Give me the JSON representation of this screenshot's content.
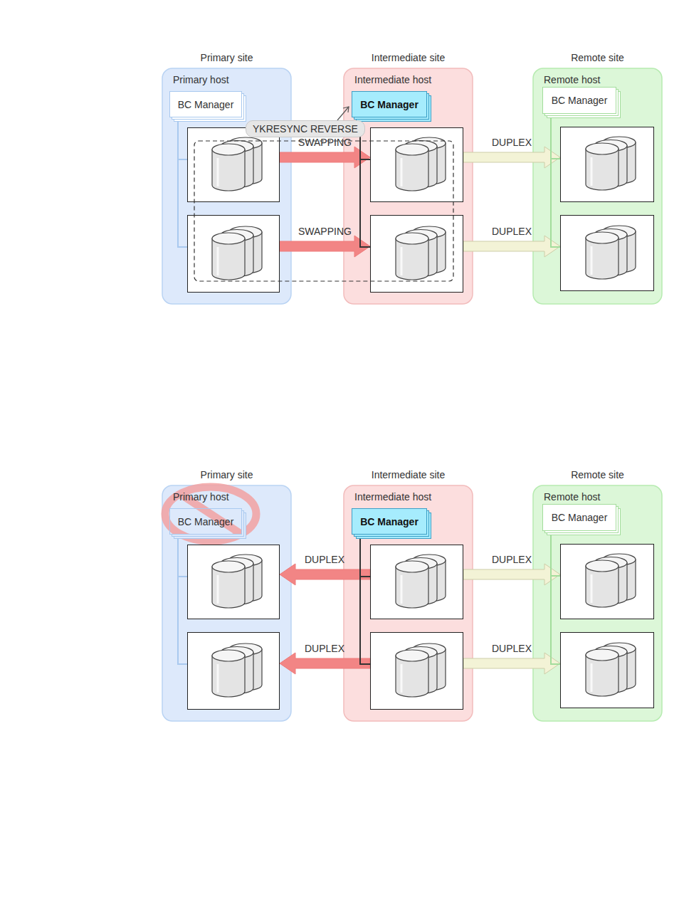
{
  "diagram": {
    "nodes": [
      {
        "text": [
          "Primary site",
          "Primary host"
        ]
      },
      {
        "text": [
          "BC Manager"
        ],
        "in": 0
      },
      {
        "text": [],
        "in": 0
      },
      {
        "text": [],
        "in": 0
      },
      {
        "text": [
          "Intermediate site",
          "Intermediate host"
        ]
      },
      {
        "text": [
          "BC Manager"
        ],
        "in": 4
      },
      {
        "text": [],
        "in": 4
      },
      {
        "text": [],
        "in": 4
      },
      {
        "text": [
          "Remote site",
          "Remote host"
        ]
      },
      {
        "text": [
          "BC Manager"
        ],
        "in": 8
      },
      {
        "text": [],
        "in": 8
      },
      {
        "text": [],
        "in": 8
      },
      {
        "text": [
          "Primary site",
          "Primary host"
        ]
      },
      {
        "text": [
          "BC Manager"
        ],
        "in": 12
      },
      {
        "text": [],
        "in": 12
      },
      {
        "text": [],
        "in": 12
      },
      {
        "text": [
          "Intermediate site",
          "Intermediate host"
        ]
      },
      {
        "text": [
          "BC Manager"
        ],
        "in": 16
      },
      {
        "text": [],
        "in": 16
      },
      {
        "text": [],
        "in": 16
      },
      {
        "text": [
          "Remote site",
          "Remote host"
        ]
      },
      {
        "text": [
          "BC Manager"
        ],
        "in": 20
      },
      {
        "text": [],
        "in": 20
      },
      {
        "text": [],
        "in": 20
      }
    ],
    "edges": [
      {
        "from": 2,
        "to": 6,
        "arrow": "to",
        "label": "SWAPPING"
      },
      {
        "from": 3,
        "to": 7,
        "arrow": "to",
        "label": "SWAPPING"
      },
      {
        "from": 6,
        "to": 10,
        "arrow": "to",
        "label": "DUPLEX"
      },
      {
        "from": 7,
        "to": 11,
        "arrow": "to",
        "label": "DUPLEX"
      },
      {
        "from": 1,
        "to": 2,
        "arrow": "none"
      },
      {
        "from": 1,
        "to": 3,
        "arrow": "none"
      },
      {
        "from": 5,
        "to": 6,
        "arrow": "none"
      },
      {
        "from": 5,
        "to": 7,
        "arrow": "none"
      },
      {
        "from": 9,
        "to": 10,
        "arrow": "none"
      },
      {
        "from": 9,
        "to": 11,
        "arrow": "none"
      },
      {
        "from": 18,
        "to": 14,
        "arrow": "to",
        "label": "DUPLEX"
      },
      {
        "from": 19,
        "to": 15,
        "arrow": "to",
        "label": "DUPLEX"
      },
      {
        "from": 18,
        "to": 22,
        "arrow": "to",
        "label": "DUPLEX"
      },
      {
        "from": 19,
        "to": 23,
        "arrow": "to",
        "label": "DUPLEX"
      },
      {
        "from": 13,
        "to": 14,
        "arrow": "none"
      },
      {
        "from": 13,
        "to": 15,
        "arrow": "none"
      },
      {
        "from": 17,
        "to": 18,
        "arrow": "none"
      },
      {
        "from": 17,
        "to": 19,
        "arrow": "none"
      },
      {
        "from": 21,
        "to": 22,
        "arrow": "none"
      },
      {
        "from": 21,
        "to": 23,
        "arrow": "none"
      }
    ],
    "labels": [
      "YKRESYNC REVERSE"
    ]
  }
}
